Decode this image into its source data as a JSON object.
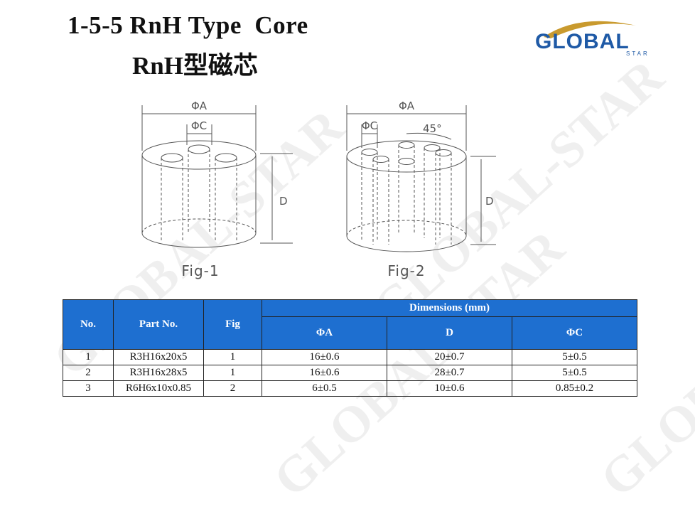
{
  "header": {
    "title_en": "1-5-5 RnH Type  Core",
    "title_cn": "RnH型磁芯"
  },
  "logo": {
    "word": "GLOBAL",
    "sub": "STAR",
    "colors": {
      "text": "#1f5aa6",
      "arc": "#c99a2e"
    }
  },
  "watermark": {
    "text": "GLOBAL-STAR"
  },
  "figures": {
    "fig1": {
      "caption": "Fig-1",
      "label_a": "ΦA",
      "label_c": "ΦC",
      "label_d": "D"
    },
    "fig2": {
      "caption": "Fig-2",
      "label_a": "ΦA",
      "label_c": "ΦC",
      "label_angle": "45°",
      "label_d": "D"
    }
  },
  "table": {
    "header_color": "#1e6fd0",
    "headers": {
      "no": "No.",
      "part_no": "Part No.",
      "fig": "Fig",
      "dimensions": "Dimensions (mm)",
      "a": "ΦA",
      "d": "D",
      "c": "ΦC"
    },
    "rows": [
      {
        "no": "1",
        "part_no": "R3H16x20x5",
        "fig": "1",
        "a": "16±0.6",
        "d": "20±0.7",
        "c": "5±0.5"
      },
      {
        "no": "2",
        "part_no": "R3H16x28x5",
        "fig": "1",
        "a": "16±0.6",
        "d": "28±0.7",
        "c": "5±0.5"
      },
      {
        "no": "3",
        "part_no": "R6H6x10x0.85",
        "fig": "2",
        "a": "6±0.5",
        "d": "10±0.6",
        "c": "0.85±0.2"
      }
    ]
  }
}
